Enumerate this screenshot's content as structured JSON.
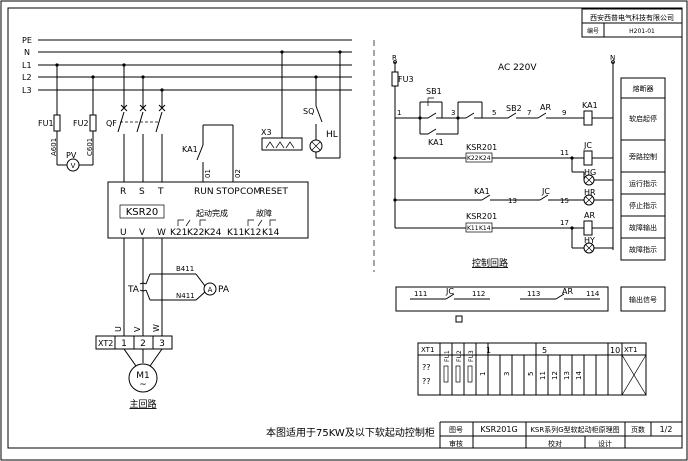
{
  "title_block_top": {
    "company": "西安西普电气科技有限公司",
    "drawing_no_label": "编号",
    "drawing_no": "H201-01"
  },
  "bus": {
    "pe": "PE",
    "n": "N",
    "l1": "L1",
    "l2": "L2",
    "l3": "L3"
  },
  "main_circuit": {
    "fu1": "FU1",
    "fu2": "FU2",
    "a601": "A601",
    "c601": "C601",
    "pv": "PV",
    "qf": "QF",
    "sq": "SQ",
    "hl": "HL",
    "x3": "X3",
    "ka1": "KA1",
    "terminals_top": [
      "R",
      "S",
      "T"
    ],
    "terminals_ctrl": [
      "RUN",
      "STOP",
      "COM",
      "RESET"
    ],
    "wire_01": "01",
    "wire_02": "02",
    "model": "KSR20",
    "start_done": "起动完成",
    "fault": "故障",
    "terminals_bottom": [
      "U",
      "V",
      "W",
      "K21",
      "K22",
      "K24",
      "K11",
      "K12",
      "K14"
    ],
    "b411": "B411",
    "n411": "N411",
    "ta": "TA",
    "pa": "PA",
    "phase_labels": [
      "U",
      "V",
      "W"
    ],
    "xt2": "XT2",
    "xt2_nums": [
      "1",
      "2",
      "3"
    ],
    "motor": "M1",
    "motor_sym": "~",
    "caption": "主回路"
  },
  "control_circuit": {
    "r": "R",
    "n": "N",
    "fu3": "FU3",
    "ac": "AC 220V",
    "sb1": "SB1",
    "sb2": "SB2",
    "ka1": "KA1",
    "ar": "AR",
    "jc": "JC",
    "hg": "HG",
    "hr": "HR",
    "hy": "HY",
    "ksr201": "KSR201",
    "k_pair1": [
      "K22",
      "K24"
    ],
    "k_pair2": [
      "K11",
      "K14"
    ],
    "wire_nums": [
      "1",
      "3",
      "5",
      "7",
      "9",
      "11",
      "13",
      "15",
      "17"
    ],
    "caption": "控制回路",
    "legend": [
      "熔断器",
      "软启起停",
      "旁路控制",
      "运行指示",
      "停止指示",
      "故障输出",
      "故障指示"
    ]
  },
  "output_signal": {
    "jc": "JC",
    "ar": "AR",
    "nums": [
      "111",
      "112",
      "113",
      "114"
    ],
    "label": "输出信号"
  },
  "terminal_strip": {
    "xt1": "XT1",
    "left_marks": [
      "??",
      "??"
    ],
    "fuses": [
      "FU1",
      "FU2",
      "FU3"
    ],
    "col_headers": [
      "1",
      "5",
      "10"
    ],
    "wire_nums": [
      "1",
      "3",
      "5",
      "11",
      "12",
      "13",
      "14"
    ]
  },
  "footer": {
    "note": "本图适用于75KW及以下软起动控制柜",
    "fig_label": "图号",
    "fig_value": "KSR201G",
    "name": "KSR系列G型软起动柜原理图",
    "page_label": "页数",
    "page_value": "1/2",
    "review": "审核",
    "proof": "校对",
    "design": "设计"
  }
}
